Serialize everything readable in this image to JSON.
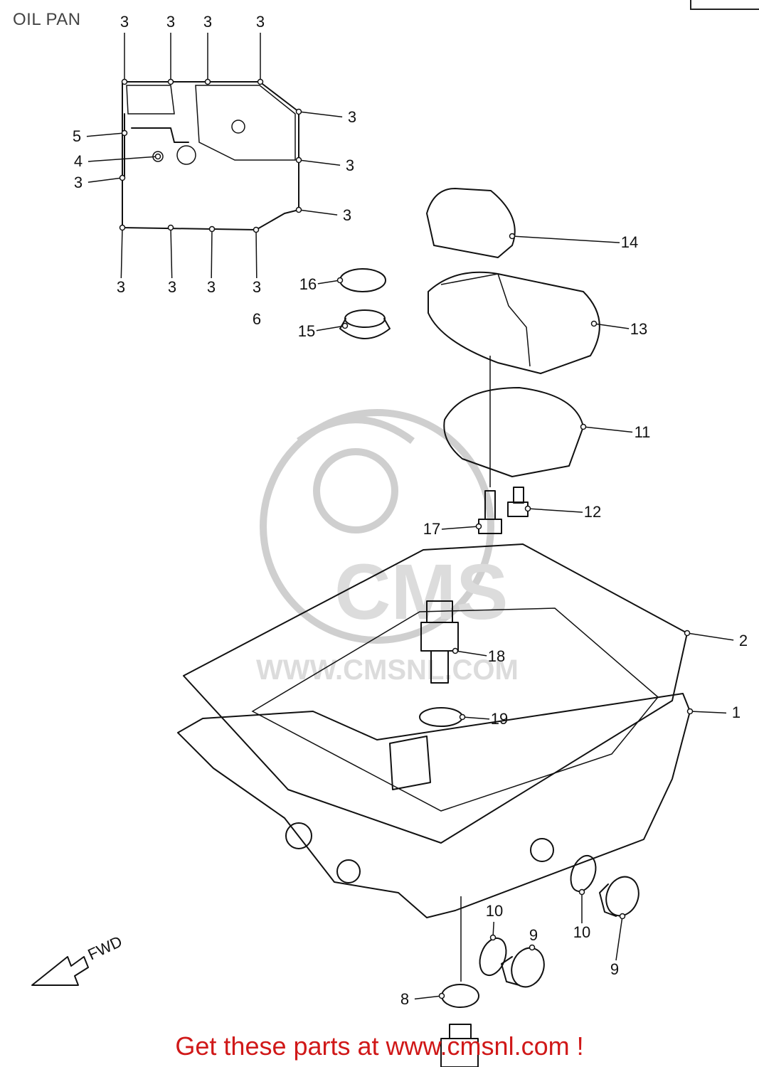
{
  "title": "OIL PAN",
  "footer": "Get these parts at www.cmsnl.com !",
  "fwd_label": "FWD",
  "watermark_text": "CMS",
  "watermark_url": "WWW.CMSNL.COM",
  "colors": {
    "footer": "#d01818",
    "line": "#111111",
    "watermark": "#cfcfcf"
  },
  "callouts": [
    {
      "id": "c3a",
      "text": "3"
    },
    {
      "id": "c3b",
      "text": "3"
    },
    {
      "id": "c3c",
      "text": "3"
    },
    {
      "id": "c3d",
      "text": "3"
    },
    {
      "id": "c3e",
      "text": "3"
    },
    {
      "id": "c3f",
      "text": "3"
    },
    {
      "id": "c3g",
      "text": "3"
    },
    {
      "id": "c3h",
      "text": "3"
    },
    {
      "id": "c3i",
      "text": "3"
    },
    {
      "id": "c3j",
      "text": "3"
    },
    {
      "id": "c3k",
      "text": "3"
    },
    {
      "id": "c3l",
      "text": "3"
    },
    {
      "id": "c5",
      "text": "5"
    },
    {
      "id": "c4",
      "text": "4"
    },
    {
      "id": "c6",
      "text": "6"
    },
    {
      "id": "c14",
      "text": "14"
    },
    {
      "id": "c16",
      "text": "16"
    },
    {
      "id": "c15",
      "text": "15"
    },
    {
      "id": "c13",
      "text": "13"
    },
    {
      "id": "c11",
      "text": "11"
    },
    {
      "id": "c12",
      "text": "12"
    },
    {
      "id": "c17",
      "text": "17"
    },
    {
      "id": "c2",
      "text": "2"
    },
    {
      "id": "c18",
      "text": "18"
    },
    {
      "id": "c1",
      "text": "1"
    },
    {
      "id": "c19",
      "text": "19"
    },
    {
      "id": "c10a",
      "text": "10"
    },
    {
      "id": "c9a",
      "text": "9"
    },
    {
      "id": "c10b",
      "text": "10"
    },
    {
      "id": "c9b",
      "text": "9"
    },
    {
      "id": "c8",
      "text": "8"
    }
  ]
}
